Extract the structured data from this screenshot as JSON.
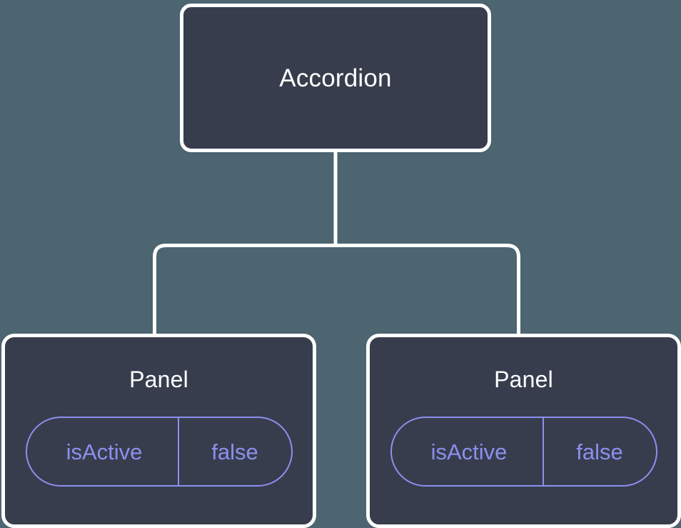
{
  "diagram": {
    "type": "component-tree",
    "background_color": "#4c6570",
    "node_fill_color": "#373d4d",
    "node_border_color": "#ffffff",
    "edge_color": "#ffffff",
    "prop_accent_color": "#8b90ee",
    "root": {
      "label": "Accordion"
    },
    "children": [
      {
        "label": "Panel",
        "props": [
          {
            "key": "isActive",
            "value": "false"
          }
        ]
      },
      {
        "label": "Panel",
        "props": [
          {
            "key": "isActive",
            "value": "false"
          }
        ]
      }
    ]
  }
}
